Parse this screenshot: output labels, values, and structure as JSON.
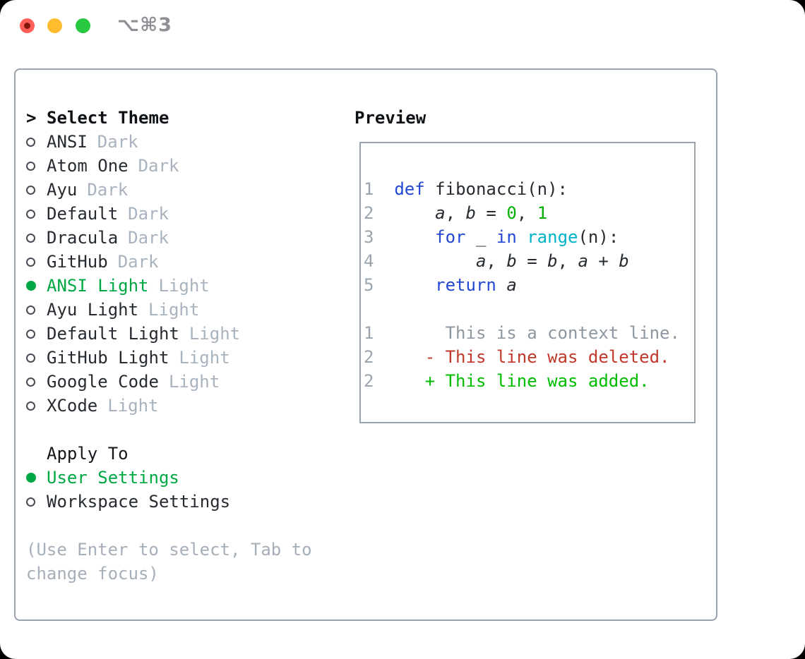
{
  "titlebar": {
    "shortcut": "⌥⌘3",
    "buttons": [
      "close",
      "minimize",
      "zoom"
    ]
  },
  "theme_list": {
    "prompt": ">",
    "header": "Select Theme",
    "items": [
      {
        "name": "ANSI",
        "tag": "Dark",
        "selected": false
      },
      {
        "name": "Atom One",
        "tag": "Dark",
        "selected": false
      },
      {
        "name": "Ayu",
        "tag": "Dark",
        "selected": false
      },
      {
        "name": "Default",
        "tag": "Dark",
        "selected": false
      },
      {
        "name": "Dracula",
        "tag": "Dark",
        "selected": false
      },
      {
        "name": "GitHub",
        "tag": "Dark",
        "selected": false
      },
      {
        "name": "ANSI Light",
        "tag": "Light",
        "selected": true
      },
      {
        "name": "Ayu Light",
        "tag": "Light",
        "selected": false
      },
      {
        "name": "Default Light",
        "tag": "Light",
        "selected": false
      },
      {
        "name": "GitHub Light",
        "tag": "Light",
        "selected": false
      },
      {
        "name": "Google Code",
        "tag": "Light",
        "selected": false
      },
      {
        "name": "XCode",
        "tag": "Light",
        "selected": false
      }
    ]
  },
  "apply_to": {
    "header": "Apply To",
    "options": [
      {
        "name": "User Settings",
        "selected": true
      },
      {
        "name": "Workspace Settings",
        "selected": false
      }
    ]
  },
  "hint_lines": [
    "(Use Enter to select, Tab to",
    "change focus)"
  ],
  "preview": {
    "header": "Preview",
    "lines": [
      {
        "tokens": [
          {
            "t": "1",
            "c": "ln"
          },
          {
            "t": "  ",
            "c": "pl"
          },
          {
            "t": "def",
            "c": "kw"
          },
          {
            "t": " fibonacci(n):",
            "c": "pl"
          }
        ]
      },
      {
        "tokens": [
          {
            "t": "2",
            "c": "ln"
          },
          {
            "t": "      ",
            "c": "pl"
          },
          {
            "t": "a",
            "c": "var"
          },
          {
            "t": ", ",
            "c": "pl"
          },
          {
            "t": "b",
            "c": "var"
          },
          {
            "t": " = ",
            "c": "pl"
          },
          {
            "t": "0",
            "c": "lit"
          },
          {
            "t": ", ",
            "c": "pl"
          },
          {
            "t": "1",
            "c": "lit"
          }
        ]
      },
      {
        "tokens": [
          {
            "t": "3",
            "c": "ln"
          },
          {
            "t": "      ",
            "c": "pl"
          },
          {
            "t": "for",
            "c": "kw"
          },
          {
            "t": " _ ",
            "c": "pl"
          },
          {
            "t": "in",
            "c": "kw"
          },
          {
            "t": " ",
            "c": "pl"
          },
          {
            "t": "range",
            "c": "type"
          },
          {
            "t": "(n):",
            "c": "pl"
          }
        ]
      },
      {
        "tokens": [
          {
            "t": "4",
            "c": "ln"
          },
          {
            "t": "          ",
            "c": "pl"
          },
          {
            "t": "a",
            "c": "var"
          },
          {
            "t": ", ",
            "c": "pl"
          },
          {
            "t": "b",
            "c": "var"
          },
          {
            "t": " = ",
            "c": "pl"
          },
          {
            "t": "b",
            "c": "var"
          },
          {
            "t": ", ",
            "c": "pl"
          },
          {
            "t": "a",
            "c": "var"
          },
          {
            "t": " + ",
            "c": "pl"
          },
          {
            "t": "b",
            "c": "var"
          }
        ]
      },
      {
        "tokens": [
          {
            "t": "5",
            "c": "ln"
          },
          {
            "t": "      ",
            "c": "pl"
          },
          {
            "t": "return",
            "c": "kw"
          },
          {
            "t": " ",
            "c": "pl"
          },
          {
            "t": "a",
            "c": "var"
          }
        ]
      },
      {
        "tokens": []
      },
      {
        "tokens": [
          {
            "t": "1",
            "c": "ln"
          },
          {
            "t": "       ",
            "c": "pl"
          },
          {
            "t": "This is a context line.",
            "c": "ctx"
          }
        ]
      },
      {
        "tokens": [
          {
            "t": "2",
            "c": "ln"
          },
          {
            "t": "     ",
            "c": "pl"
          },
          {
            "t": "- This line was deleted.",
            "c": "del"
          }
        ]
      },
      {
        "tokens": [
          {
            "t": "2",
            "c": "ln"
          },
          {
            "t": "     ",
            "c": "pl"
          },
          {
            "t": "+ This line was added.",
            "c": "add"
          }
        ]
      }
    ]
  },
  "colors": {
    "accent_green": "#00a844",
    "add_green": "#00bd00",
    "lit_green": "#00b000",
    "del_red": "#c0392b",
    "kw_blue": "#2247d4",
    "fn_cyan": "#00b3c8",
    "text": "#262b31",
    "muted": "#a8b3bf",
    "hint": "#a6afb9",
    "linenum": "#9aa5b0",
    "ctx": "#8d97a1",
    "border": "#9aa3ad",
    "circle": "#474d54",
    "titlebar_gray": "#8e9095",
    "traffic_red": "#ff5f57",
    "traffic_red_dot": "#83170f",
    "traffic_yellow": "#febc2e",
    "traffic_green": "#28c840"
  }
}
